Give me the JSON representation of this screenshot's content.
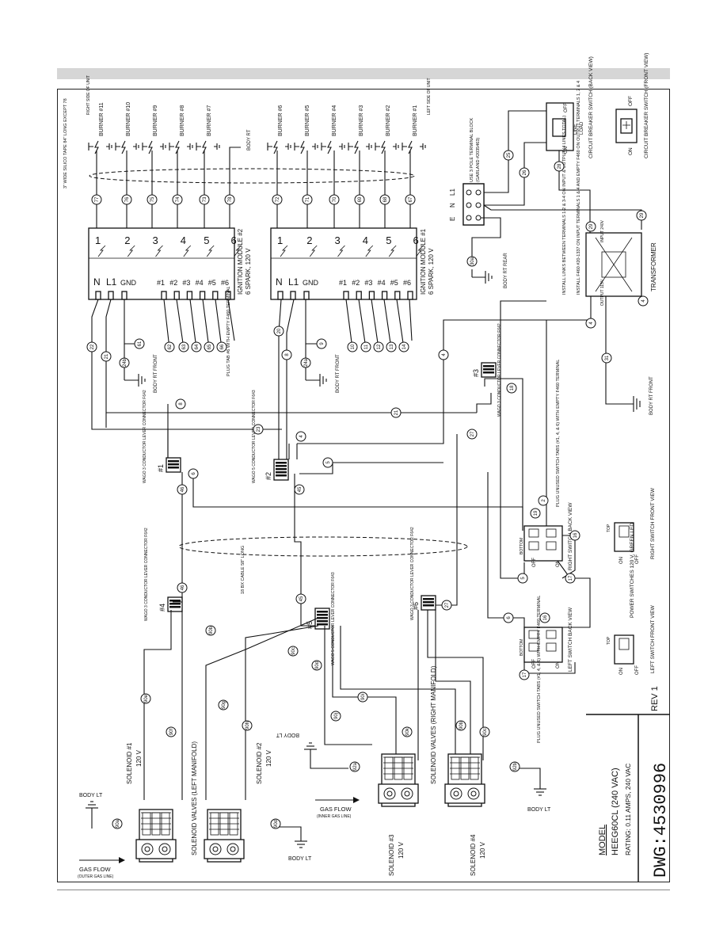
{
  "page": {
    "title_block": {
      "model_label": "MODEL",
      "model": "HEEG60CL (240 VAC)",
      "rating": "RATING: 0.11 AMPS, 240 VAC",
      "rev": "REV 1",
      "dwg": "DWG:4530996"
    }
  },
  "burners_right": [
    {
      "label": "BURNER #11",
      "wire": "77"
    },
    {
      "label": "BURNER #10",
      "wire": "76"
    },
    {
      "label": "BURNER #9",
      "wire": "75"
    },
    {
      "label": "BURNER #8",
      "wire": "74"
    },
    {
      "label": "BURNER #7",
      "wire": "73"
    }
  ],
  "burners_left": [
    {
      "label": "BURNER #6",
      "wire": "72"
    },
    {
      "label": "BURNER #5",
      "wire": "71"
    },
    {
      "label": "BURNER #4",
      "wire": "70"
    },
    {
      "label": "BURNER #3",
      "wire": "69"
    },
    {
      "label": "BURNER #2",
      "wire": "68"
    },
    {
      "label": "BURNER #1",
      "wire": "67"
    }
  ],
  "side_notes": {
    "right_side": "RIGHT SIDE OF UNIT",
    "left_side": "LEFT SIDE OF UNIT",
    "body_rt_78": "BODY RT",
    "wire_78": "78",
    "tape": "3\" WIDE SILICO TAPE 84\" LONG EXCEPT 78"
  },
  "module2": {
    "title": "IGNITION MODULE #2",
    "subtitle": "6 SPARK, 120 V",
    "spark_terms": [
      "1",
      "2",
      "3",
      "4",
      "5",
      "6"
    ],
    "power_terms": [
      "N",
      "L1",
      "GND"
    ],
    "out_terms": [
      "#1",
      "#2",
      "#3",
      "#4",
      "#5",
      "#6"
    ],
    "out_wires": [
      "62",
      "63",
      "64",
      "65",
      "66"
    ],
    "plug_note": "PLUG TAB #6 WITH EMPTY F460 TERMINAL",
    "wires": [
      "22",
      "21",
      "24b",
      "61"
    ]
  },
  "module1": {
    "title": "IGNITION MODULE #1",
    "subtitle": "6 SPARK, 120 V",
    "spark_terms": [
      "1",
      "2",
      "3",
      "4",
      "5",
      "6"
    ],
    "power_terms": [
      "N",
      "L1",
      "GND"
    ],
    "out_terms": [
      "#1",
      "#2",
      "#3",
      "#4",
      "#5",
      "#6"
    ],
    "out_wires": [
      "10",
      "11",
      "12",
      "13",
      "14"
    ],
    "wires": [
      "20",
      "8",
      "24a",
      "9"
    ]
  },
  "body_labels": [
    "BODY RT FRONT",
    "BODY RT FRONT",
    "BODY RT REAR",
    "BODY RT FRONT",
    "BODY LT",
    "BODY LT",
    "BODY LT",
    "BODY LT"
  ],
  "terminal_block": {
    "title": "USE 3 POLE TERMINAL BLOCK",
    "subtitle": "(GARLAND #2035463)",
    "terms": [
      "L1",
      "N",
      "E"
    ],
    "wires": [
      "25",
      "26",
      "28",
      "29",
      "30a"
    ]
  },
  "breaker": {
    "back_label": "CIRCUIT BREAKER SWITCH (BACK VIEW)",
    "front_label": "CIRCUIT BREAKER SWITCH (FRONT VIEW)",
    "off": "OFF",
    "on": "ON",
    "line": "LINE",
    "load": "LOAD"
  },
  "transformer": {
    "title": "TRANSFORMER",
    "input": "INPUT 240V",
    "output": "OUTPUT 115V",
    "note1": "INSTALL LINKS BETWEEN TERMINALS 1-2 & 3-4 ON INPUT & OUTPUT (4 LINKS TOTAL)",
    "note2": "INSTALL F460 #20-1337 ON INPUT TERMINALS 1 & 4 AND EMPTY F460 ON OUTPUT TERMINALS 1, 2 & 4"
  },
  "connectors": [
    {
      "num": "#1",
      "label": "WAGO 3 CONDUCTOR LEVER CONNECTOR F642"
    },
    {
      "num": "#2",
      "label": "WAGO 5 CONDUCTOR LEVER CONNECTOR F643"
    },
    {
      "num": "#3",
      "label": "WAGO 3 CONDUCTOR LEVER CONNECTOR F642"
    },
    {
      "num": "#4",
      "label": "WAGO 3 CONDUCTOR LEVER CONNECTOR F642"
    },
    {
      "num": "#5",
      "label": "WAGO 5 CONDUCTOR LEVER CONNECTOR F643"
    },
    {
      "num": "#6",
      "label": "WAGO 3 CONDUCTOR LEVER CONNECTOR F642"
    }
  ],
  "switches": {
    "right_back": "RIGHT SWITCH BACK VIEW",
    "right_front": "RIGHT SWITCH FRONT VIEW",
    "left_back": "LEFT SWITCH BACK VIEW",
    "left_front": "LEFT SWITCH FRONT VIEW",
    "power": "POWER SWITCHES 120 V, GREEN LED",
    "plug_unused_top": "PLUG UNUSED SWITCH TABS (#1, 4, & 6) WITH EMPTY F460 TERMINAL",
    "plug_unused_bottom": "PLUG UNUSED SWITCH TABS (#1, 4, & 6) WITH EMPTY F460 TERMINAL",
    "top": "TOP",
    "bottom": "BOTTOM",
    "off": "OFF",
    "on": "ON",
    "wires": [
      "19",
      "2",
      "16",
      "5",
      "17",
      "6",
      "16",
      "17"
    ]
  },
  "misc_wires": [
    "4",
    "31",
    "23",
    "27",
    "18",
    "46",
    "45",
    "90a",
    "92a",
    "92b"
  ],
  "cable": {
    "label": "18 BX CABLE 58\" LONG"
  },
  "solenoids": {
    "s1": {
      "name": "SOLENOID #1",
      "v": "120 V"
    },
    "s2": {
      "name": "SOLENOID #2",
      "v": "120 V"
    },
    "s3": {
      "name": "SOLENOID #3",
      "v": "120 V"
    },
    "s4": {
      "name": "SOLENOID #4",
      "v": "120 V"
    },
    "left_manifold": "SOLENOID VALVES (LEFT MANIFOLD)",
    "right_manifold": "SOLENOID VALVES (RIGHT MANIFOLD)",
    "gas_flow_outer": "GAS FLOW",
    "gas_flow_outer_sub": "(OUTER GAS LINE)",
    "gas_flow_inner": "GAS FLOW",
    "gas_flow_inner_sub": "(INNER GAS LINE)",
    "wires": [
      "90b",
      "90c",
      "90d",
      "90e",
      "90f",
      "90g",
      "90h",
      "90i",
      "90j",
      "90k"
    ]
  }
}
